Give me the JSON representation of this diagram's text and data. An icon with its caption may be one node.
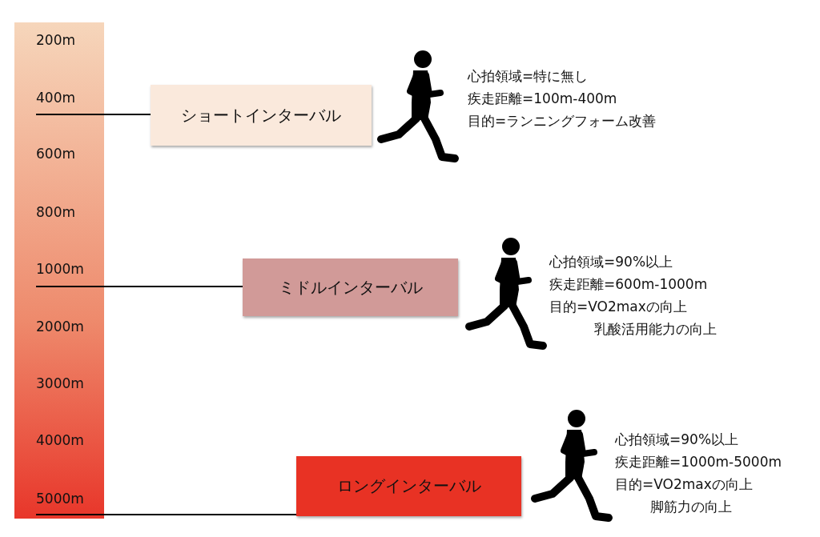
{
  "diagram": {
    "nodes": [
      {
        "text": [],
        "shape": "bar"
      },
      {
        "text": [
          "200m"
        ],
        "in": 0
      },
      {
        "text": [
          "400m"
        ],
        "in": 0
      },
      {
        "text": [
          "600m"
        ],
        "in": 0
      },
      {
        "text": [
          "800m"
        ],
        "in": 0
      },
      {
        "text": [
          "1000m"
        ],
        "in": 0
      },
      {
        "text": [
          "2000m"
        ],
        "in": 0
      },
      {
        "text": [
          "3000m"
        ],
        "in": 0
      },
      {
        "text": [
          "4000m"
        ],
        "in": 0
      },
      {
        "text": [
          "5000m"
        ],
        "in": 0
      },
      {
        "text": [
          "ショートインターバル"
        ]
      },
      {
        "text": [
          "ミドルインターバル"
        ]
      },
      {
        "text": [
          "ロングインターバル"
        ]
      }
    ],
    "edges": [
      {
        "from": 2,
        "to": 10,
        "arrow": "none"
      },
      {
        "from": 5,
        "to": 11,
        "arrow": "none"
      },
      {
        "from": 9,
        "to": 12,
        "arrow": "none"
      }
    ],
    "labels": [
      "心拍領域=特に無し",
      "疾走距離=100m-400m",
      "目的=ランニングフォーム改善",
      "心拍領域=90%以上",
      "疾走距離=600m-1000m",
      "目的=VO2maxの向上",
      "乳酸活用能力の向上",
      "心拍領域=90%以上",
      "疾走距離=1000m-5000m",
      "目的=VO2maxの向上",
      "脚筋力の向上"
    ]
  }
}
